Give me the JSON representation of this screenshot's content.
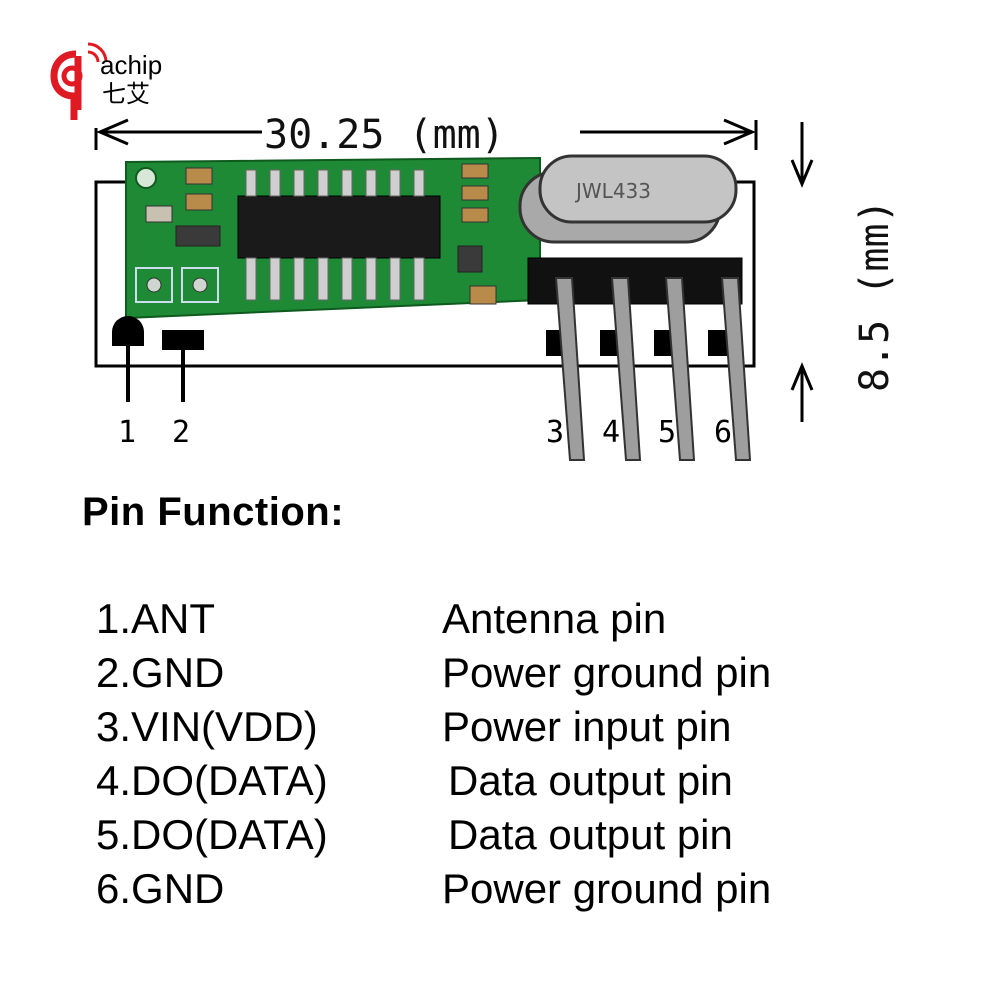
{
  "brand": {
    "name": "achip",
    "chinese": "七艾",
    "red": "#e01a22"
  },
  "diagram": {
    "width_label": "30.25 (mm)",
    "height_label": "8.5 (mm)",
    "pin_numbers": [
      "1",
      "2",
      "3",
      "4",
      "5",
      "6"
    ],
    "crystal_marking": "JWL433",
    "pcb_color": "#1e8a35"
  },
  "pin_function": {
    "title": "Pin Function:",
    "rows": [
      {
        "name": "1.ANT",
        "desc": "Antenna pin"
      },
      {
        "name": "2.GND",
        "desc": "Power ground pin"
      },
      {
        "name": "3.VIN(VDD)",
        "desc": "Power input pin"
      },
      {
        "name": "4.DO(DATA)",
        "desc": "Data output pin"
      },
      {
        "name": "5.DO(DATA)",
        "desc": "Data output pin"
      },
      {
        "name": "6.GND",
        "desc": "Power ground pin"
      }
    ]
  }
}
